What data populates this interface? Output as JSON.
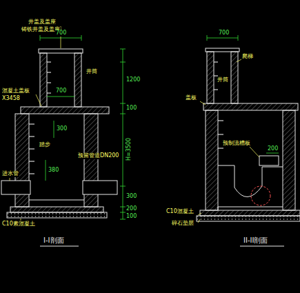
{
  "diagram": {
    "labels": [
      "井盖及盖座",
      "铸铁井盖及盖座",
      "700",
      "井筒",
      "700",
      "混凝土盖板",
      "X3458",
      "300",
      "踏步",
      "380",
      "预留管道DN200",
      "进水管",
      "C10素混凝土",
      "1200",
      "100",
      "H=3500",
      "300",
      "200",
      "100",
      "I-I剖面",
      "700",
      "爬梯",
      "井筒",
      "盖板",
      "预制流槽板",
      "200",
      "C10混凝土",
      "碎石垫层",
      "II-II剖面"
    ]
  }
}
